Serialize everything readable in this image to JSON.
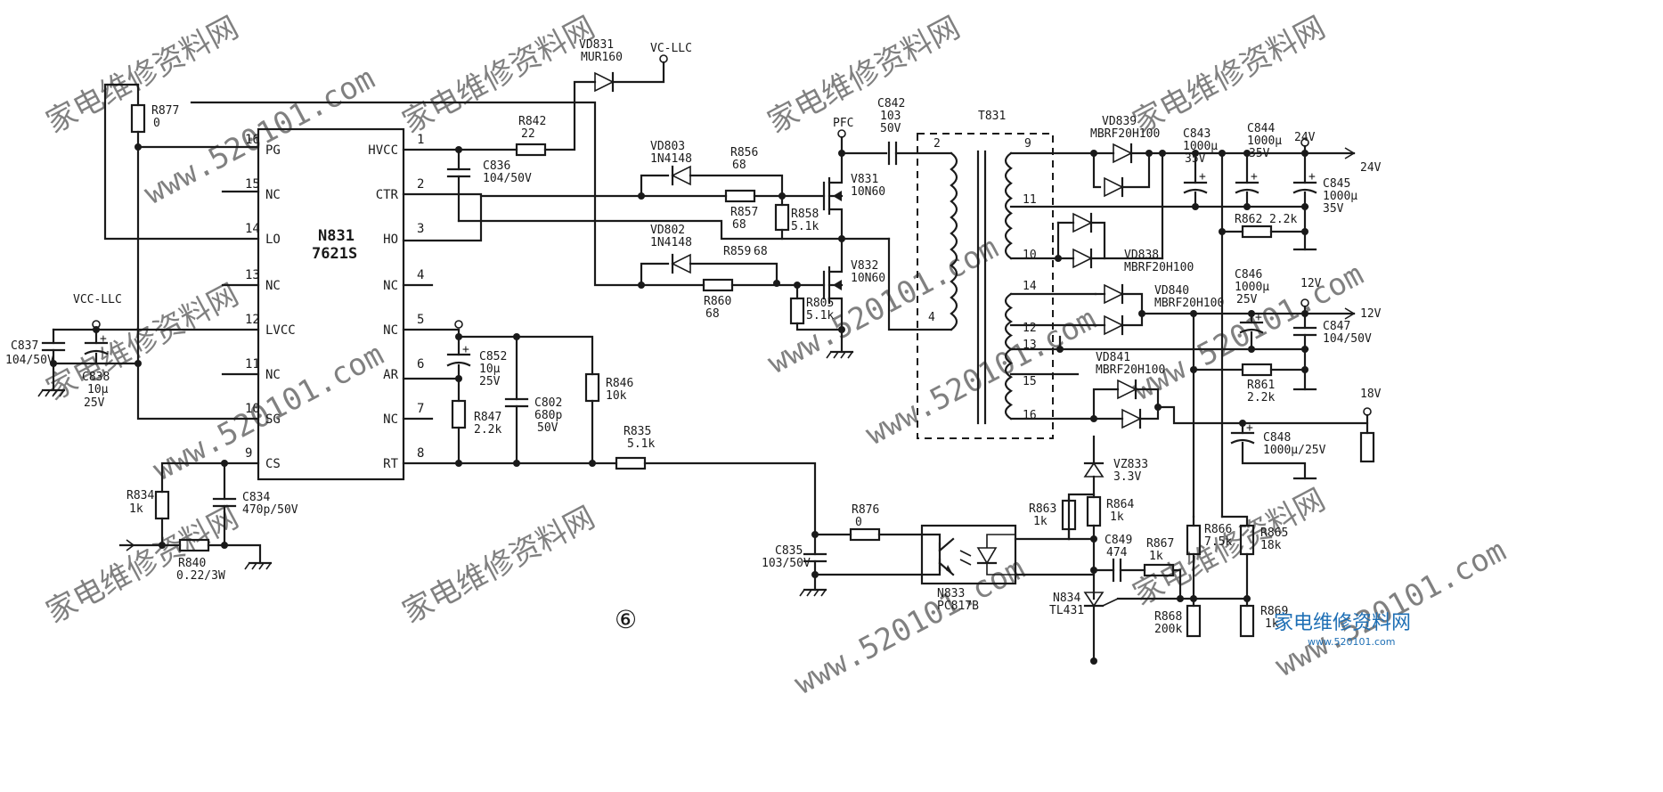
{
  "diagram": {
    "ic": {
      "ref": "N831",
      "part": "7621S",
      "left_pins": [
        {
          "num": "16",
          "name": "PG"
        },
        {
          "num": "15",
          "name": "NC"
        },
        {
          "num": "14",
          "name": "LO"
        },
        {
          "num": "13",
          "name": "NC"
        },
        {
          "num": "12",
          "name": "LVCC"
        },
        {
          "num": "11",
          "name": "NC"
        },
        {
          "num": "10",
          "name": "SG"
        },
        {
          "num": "9",
          "name": "CS"
        }
      ],
      "right_pins": [
        {
          "num": "1",
          "name": "HVCC"
        },
        {
          "num": "2",
          "name": "CTR"
        },
        {
          "num": "3",
          "name": "HO"
        },
        {
          "num": "4",
          "name": "NC"
        },
        {
          "num": "5",
          "name": "NC"
        },
        {
          "num": "6",
          "name": "AR"
        },
        {
          "num": "7",
          "name": "NC"
        },
        {
          "num": "8",
          "name": "RT"
        }
      ]
    },
    "components": {
      "r877": [
        "R877",
        "0"
      ],
      "vd831": [
        "VD831",
        "MUR160"
      ],
      "vc_llc": "VC-LLC",
      "r842": [
        "R842",
        "22"
      ],
      "c836": [
        "C836",
        "104/50V"
      ],
      "vd803": [
        "VD803",
        "1N4148"
      ],
      "r856": [
        "R856",
        "68"
      ],
      "r857": [
        "R857",
        "68"
      ],
      "r858": [
        "R858",
        "5.1k"
      ],
      "vd802": [
        "VD802",
        "1N4148"
      ],
      "r859": [
        "R859",
        "68"
      ],
      "r860": [
        "R860",
        "68"
      ],
      "r805": [
        "R805",
        "5.1k"
      ],
      "v831": [
        "V831",
        "10N60"
      ],
      "v832": [
        "V832",
        "10N60"
      ],
      "pfc": "PFC",
      "c842": [
        "C842",
        "103",
        "50V"
      ],
      "t831": "T831",
      "vcc_llc": "VCC-LLC",
      "c837": [
        "C837",
        "104/50V"
      ],
      "c838": [
        "C838",
        "10μ",
        "25V"
      ],
      "c852": [
        "C852",
        "10μ",
        "25V"
      ],
      "r847": [
        "R847",
        "2.2k"
      ],
      "c802": [
        "C802",
        "680p",
        "50V"
      ],
      "r846": [
        "R846",
        "10k"
      ],
      "r835": [
        "R835",
        "5.1k"
      ],
      "r834": [
        "R834",
        "1k"
      ],
      "c834": [
        "C834",
        "470p/50V"
      ],
      "r840": [
        "R840",
        "0.22/3W"
      ],
      "r876": [
        "R876",
        "0"
      ],
      "c835": [
        "C835",
        "103/50V"
      ],
      "n833": [
        "N833",
        "PC817B"
      ],
      "vd839": [
        "VD839",
        "MBRF20H100"
      ],
      "c843": [
        "C843",
        "1000μ",
        "35V"
      ],
      "c844": [
        "C844",
        "1000μ",
        "35V"
      ],
      "v24": "24V",
      "c845": [
        "C845",
        "1000μ",
        "35V"
      ],
      "r862": [
        "R862",
        "2.2k"
      ],
      "vd838": [
        "VD838",
        "MBRF20H100"
      ],
      "c846": [
        "C846",
        "1000μ",
        "25V"
      ],
      "v12": "12V",
      "vd840": [
        "VD840",
        "MBRF20H100"
      ],
      "c847": [
        "C847",
        "104/50V"
      ],
      "vd841": [
        "VD841",
        "MBRF20H100"
      ],
      "r861": [
        "R861",
        "2.2k"
      ],
      "v18": "18V",
      "c848": [
        "C848",
        "1000μ/25V"
      ],
      "vz833": [
        "VZ833",
        "3.3V"
      ],
      "r863": [
        "R863",
        "1k"
      ],
      "r864": [
        "R864",
        "1k"
      ],
      "c849": [
        "C849",
        "474"
      ],
      "r867": [
        "R867",
        "1k"
      ],
      "r866": [
        "R866",
        "7.5k"
      ],
      "r865": [
        "R865",
        "18k"
      ],
      "n834": [
        "N834",
        "TL431"
      ],
      "r868": [
        "R868",
        "200k"
      ],
      "r869": [
        "R869",
        "1k"
      ]
    },
    "transformer_pins": {
      "p2": "2",
      "p4": "4",
      "p9": "9",
      "p11": "11",
      "p10": "10",
      "p14": "14",
      "p12": "12",
      "p13": "13",
      "p15": "15",
      "p16": "16"
    },
    "outputs": {
      "o24": "24V",
      "o12": "12V"
    },
    "page_marker": "⑥",
    "watermark": {
      "text": "家电维修资料网",
      "url": "www.520101.com",
      "logo_cn": "家电维修资料网",
      "logo_url": "www.520101.com"
    }
  }
}
